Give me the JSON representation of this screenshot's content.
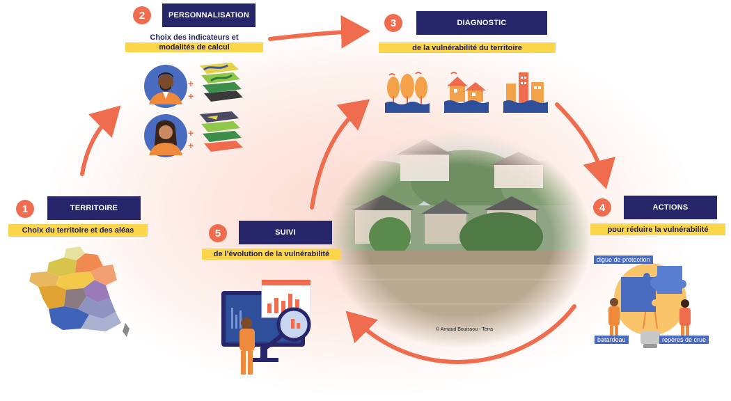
{
  "steps": [
    {
      "number": "1",
      "title": "TERRITOIRE",
      "subtitle": "Choix du territoire et des aléas"
    },
    {
      "number": "2",
      "title": "PERSONNALISATION",
      "subtitle_line1": "Choix des indicateurs et",
      "subtitle_line2": "modalités de calcul"
    },
    {
      "number": "3",
      "title": "DIAGNOSTIC",
      "subtitle": "de la vulnérabilité du territoire"
    },
    {
      "number": "4",
      "title": "ACTIONS",
      "subtitle": "pour réduire la vulnérabilité"
    },
    {
      "number": "5",
      "title": "SUIVI",
      "subtitle": "de l'évolution de la vulnérabilité"
    }
  ],
  "action_labels": {
    "digue": "digue de protection",
    "batardeau": "batardeau",
    "reperes": "repères de crue"
  },
  "photo_credit": "© Arnaud Bouissou - Terra",
  "colors": {
    "accent": "#ef6c4e",
    "navy": "#27266b",
    "yellow": "#fbd54a",
    "water": "#2e4f9a"
  }
}
